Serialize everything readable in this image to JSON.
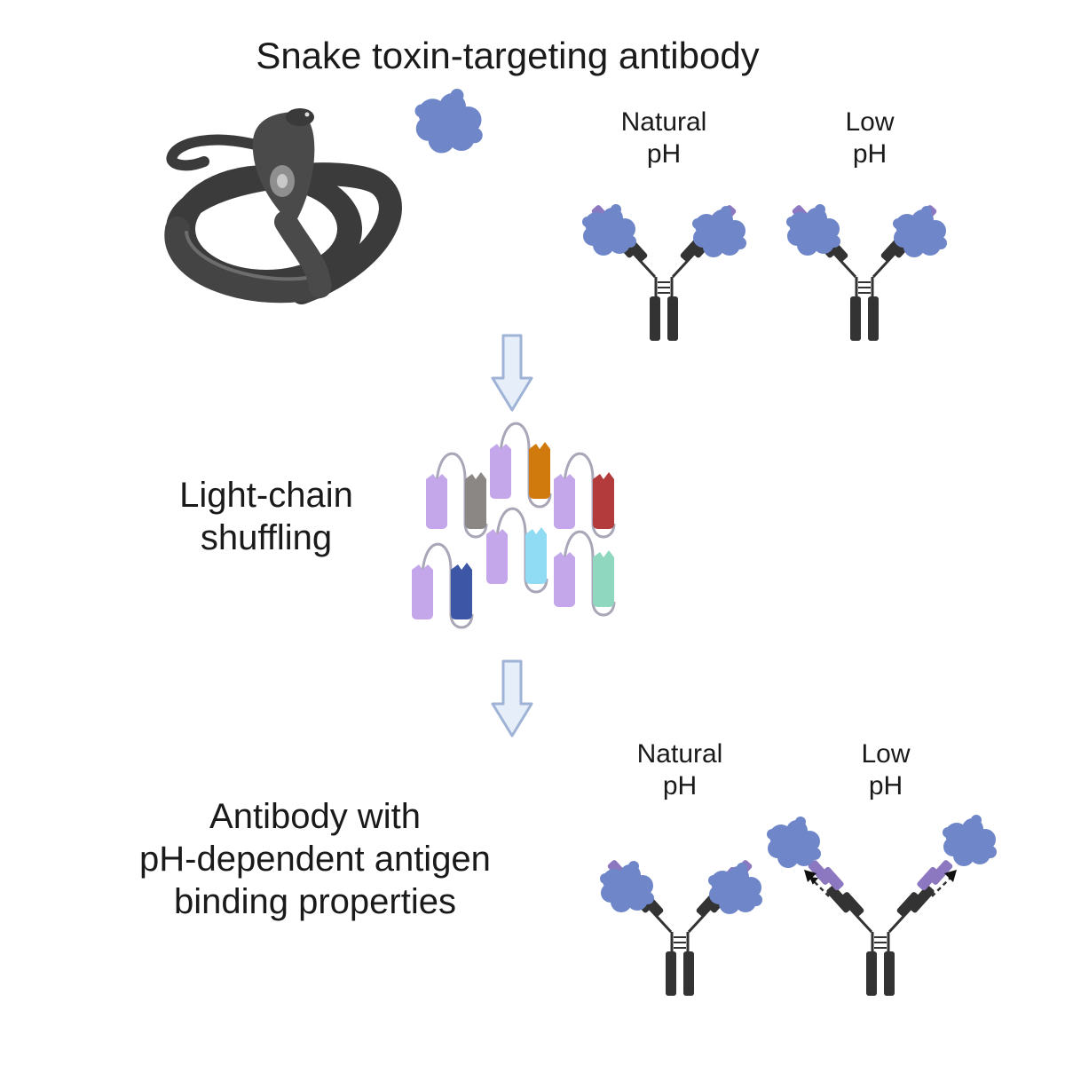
{
  "title": "Snake toxin-targeting antibody",
  "top_panel": {
    "natural": {
      "line1": "Natural",
      "line2": "pH"
    },
    "low": {
      "line1": "Low",
      "line2": "pH"
    }
  },
  "middle_label": {
    "line1": "Light-chain",
    "line2": "shuffling"
  },
  "bottom_label": {
    "line1": "Antibody with",
    "line2": "pH-dependent antigen",
    "line3": "binding properties"
  },
  "bottom_panel": {
    "natural": {
      "line1": "Natural",
      "line2": "pH"
    },
    "low": {
      "line1": "Low",
      "line2": "pH"
    }
  },
  "colors": {
    "toxin": "#6f86c9",
    "antibody_dark": "#3a3a3a",
    "antibody_variable": "#8c78c0",
    "arrow_fill": "#e6eefa",
    "arrow_stroke": "#9fb3d6",
    "light_chain_variants": [
      "#8a8785",
      "#d07a0e",
      "#b33b3b",
      "#8fdcf4",
      "#3d56a6",
      "#8fd8bf"
    ]
  }
}
